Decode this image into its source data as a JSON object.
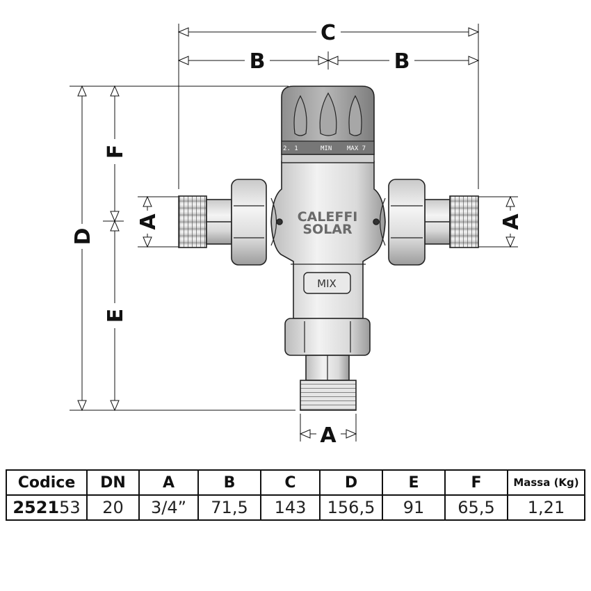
{
  "dimensions": {
    "top_overall": "C",
    "top_left": "B",
    "top_right": "B",
    "left_outer": "D",
    "left_upper": "F",
    "left_lower": "E",
    "port_left": "A",
    "port_right": "A",
    "port_bottom": "A"
  },
  "valve": {
    "brand_line1": "CALEFFI",
    "brand_line2": "SOLAR",
    "dial_left": "2. 1",
    "dial_min": "MIN",
    "dial_max": "MAX 7",
    "outlet_label": "MIX"
  },
  "table": {
    "headers": [
      "Codice",
      "DN",
      "A",
      "B",
      "C",
      "D",
      "E",
      "F",
      "Massa (Kg)"
    ],
    "row": {
      "code_bold": "2521",
      "code_rest": "53",
      "dn": "20",
      "a": "3/4”",
      "b": "71,5",
      "c": "143",
      "d": "156,5",
      "e": "91",
      "f": "65,5",
      "massa": "1,21"
    }
  }
}
